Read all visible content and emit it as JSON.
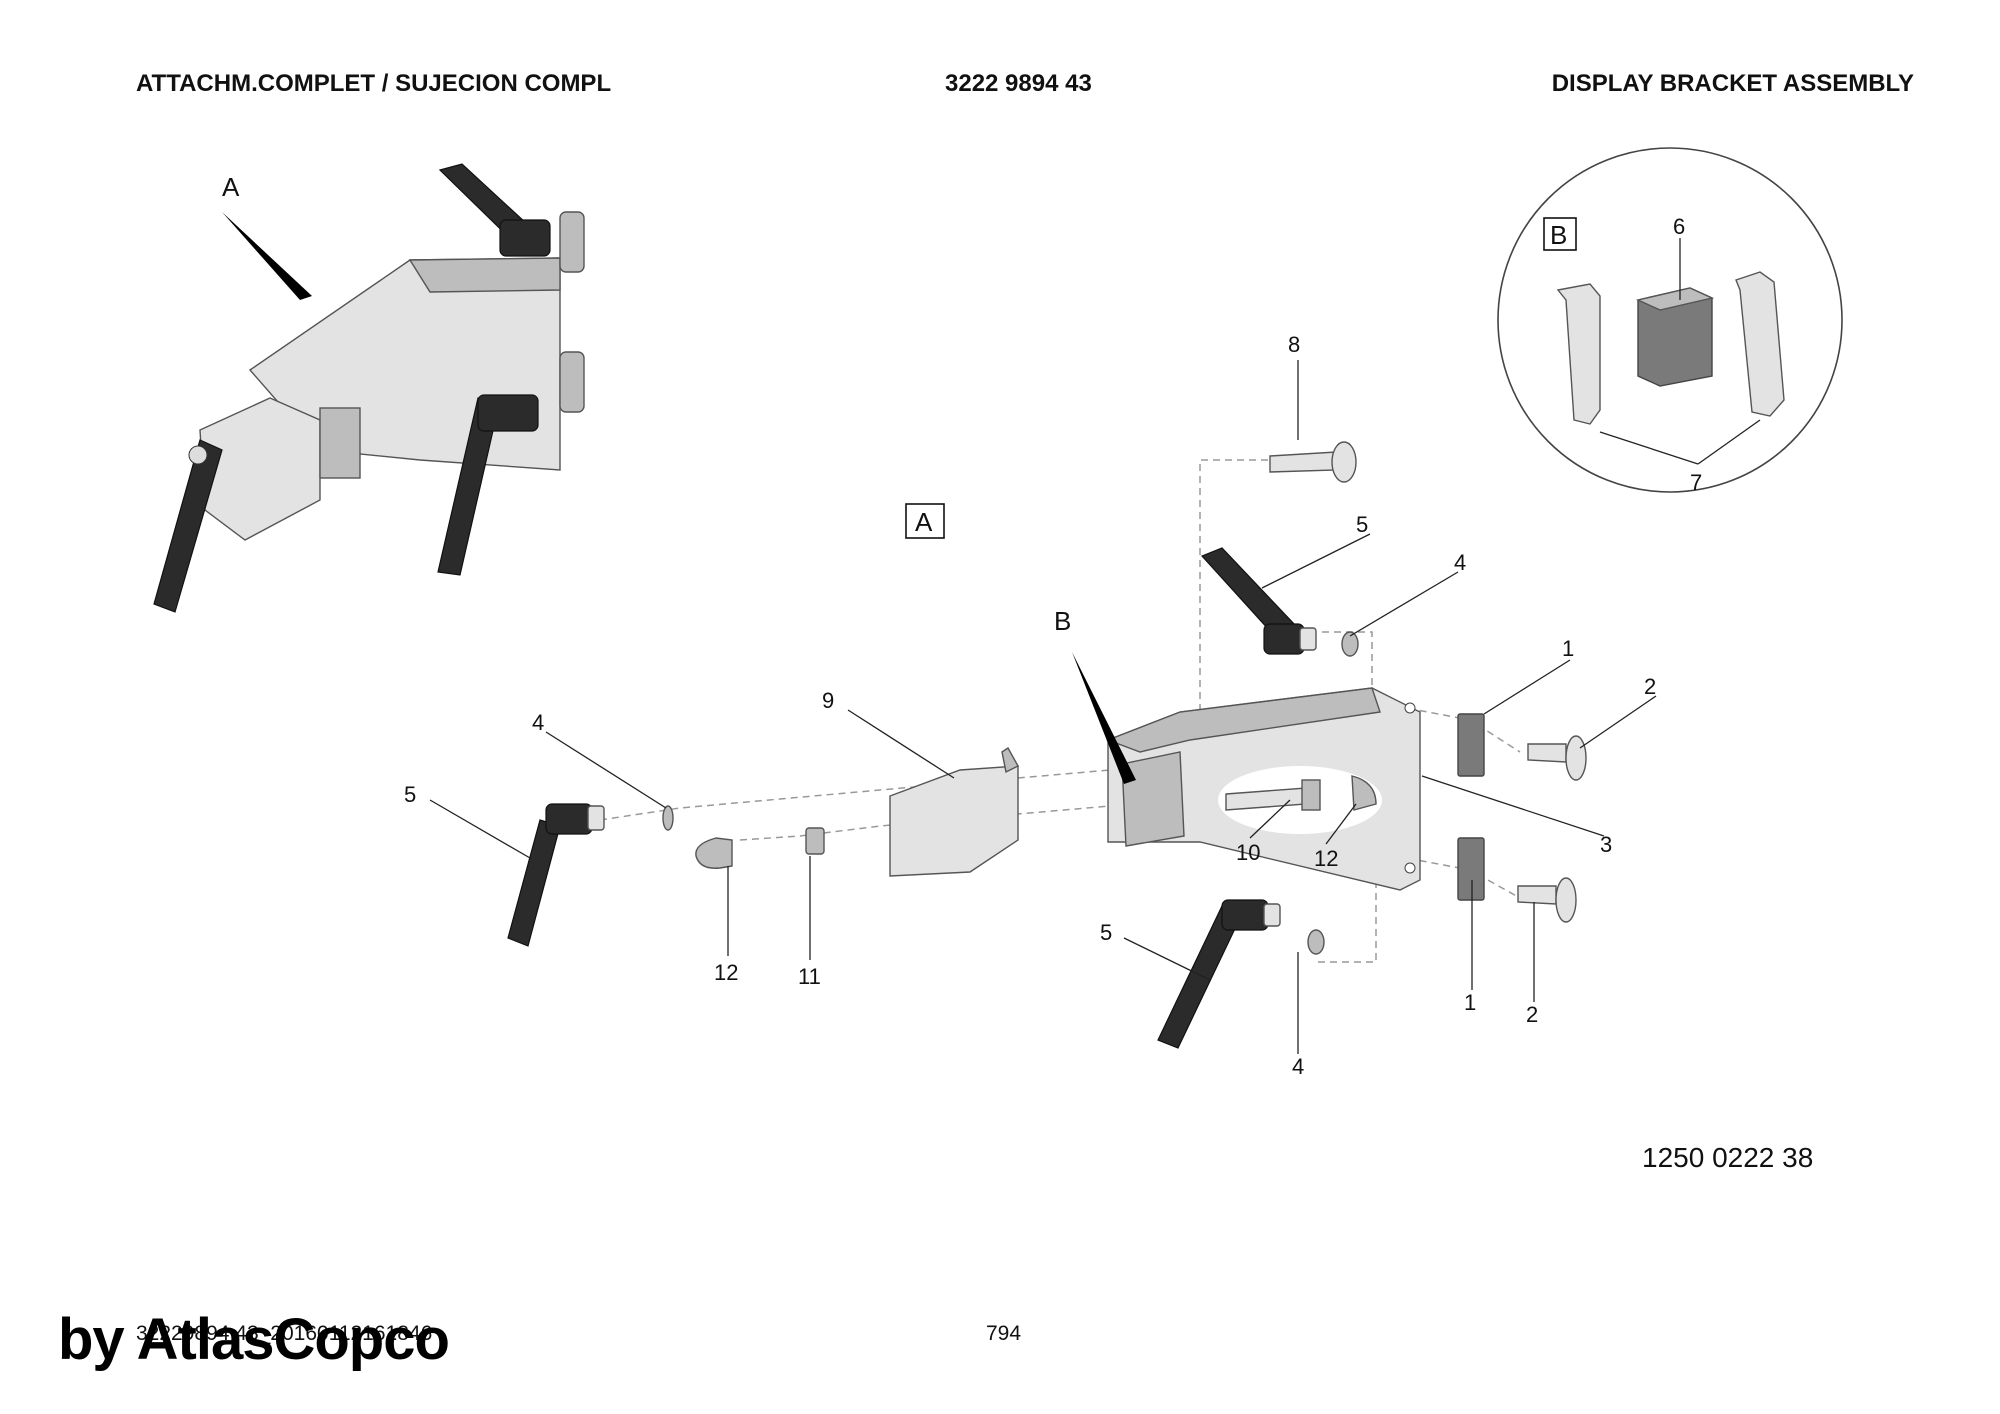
{
  "header": {
    "left": "ATTACHM.COMPLET / SUJECION COMPL",
    "center": "3222 9894 43",
    "right": "DISPLAY BRACKET ASSEMBLY"
  },
  "views": {
    "a_label": "A",
    "b_label": "B"
  },
  "callouts": {
    "c1a": "1",
    "c1b": "1",
    "c2a": "2",
    "c2b": "2",
    "c3": "3",
    "c4a": "4",
    "c4b": "4",
    "c4c": "4",
    "c5a": "5",
    "c5b": "5",
    "c5c": "5",
    "c6": "6",
    "c7": "7",
    "c8": "8",
    "c9": "9",
    "c10": "10",
    "c11": "11",
    "c12a": "12",
    "c12b": "12"
  },
  "footer": {
    "doc_number": "1250 0222 38",
    "code": "32229894 43_20160112161846",
    "page": "794",
    "watermark": "by AtlasCopco"
  }
}
